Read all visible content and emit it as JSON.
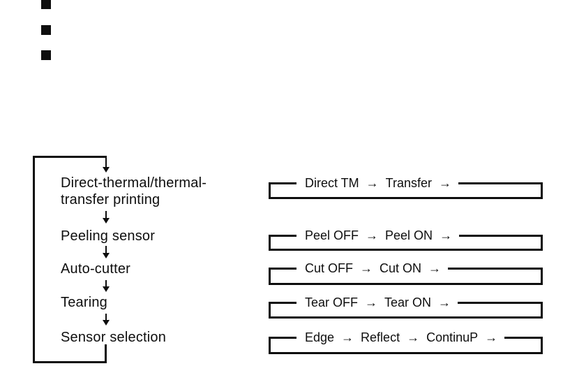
{
  "colors": {
    "ink": "#0e0e0e",
    "paper": "#ffffff"
  },
  "bullets": {
    "count": 3
  },
  "icons": {
    "arrow_right": "→"
  },
  "flowchart": {
    "steps": [
      {
        "lines": [
          "Direct-thermal/thermal-",
          "transfer printing"
        ]
      },
      {
        "lines": [
          "Peeling sensor"
        ]
      },
      {
        "lines": [
          "Auto-cutter"
        ]
      },
      {
        "lines": [
          "Tearing"
        ]
      },
      {
        "lines": [
          "Sensor selection"
        ]
      }
    ]
  },
  "option_boxes": [
    {
      "options": [
        "Direct TM",
        "Transfer"
      ]
    },
    {
      "options": [
        "Peel OFF",
        "Peel ON"
      ]
    },
    {
      "options": [
        "Cut OFF",
        "Cut ON"
      ]
    },
    {
      "options": [
        "Tear OFF",
        "Tear ON"
      ]
    },
    {
      "options": [
        "Edge",
        "Reflect",
        "ContinuP"
      ]
    }
  ]
}
